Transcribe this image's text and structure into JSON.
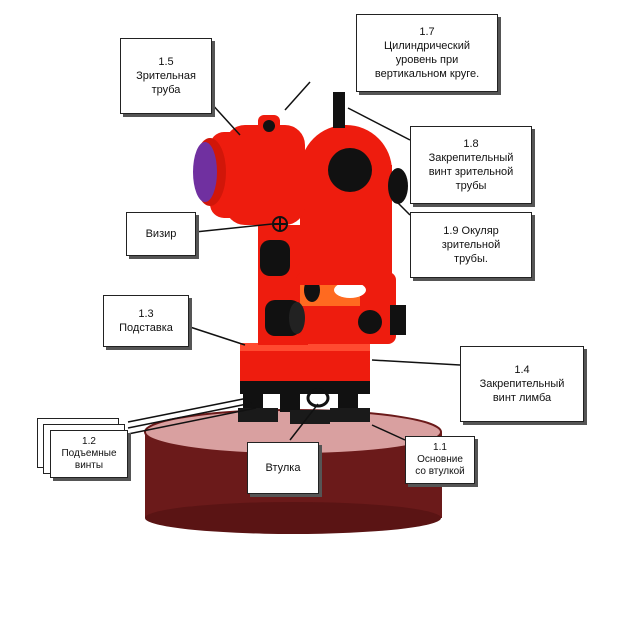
{
  "labels": {
    "c15": {
      "num": "1.5",
      "text": "Зрительная труба"
    },
    "c17": {
      "num": "1.7",
      "line1": "Цилиндрический",
      "line2": "уровень при",
      "line3": "вертикальном круге."
    },
    "c18": {
      "num": "1.8",
      "line1": "Закрепительный",
      "line2": "винт зрительной",
      "line3": "трубы"
    },
    "c19": {
      "line1": "1.9  Окуляр",
      "line2": "зрительной",
      "line3": "трубы."
    },
    "vizir": "Визир",
    "c13": {
      "num": "1.3",
      "text": "Подставка"
    },
    "c14": {
      "num": "1.4",
      "line1": "Закрепительный",
      "line2": "винт лимба"
    },
    "c12": {
      "num": "1.2",
      "line1": "Подъемные",
      "line2": "винты"
    },
    "vtulka": "Втулка",
    "c11": {
      "num": "1.1",
      "line1": "Основние",
      "line2": "со втулкой"
    }
  },
  "colors": {
    "body": "#ee1c0e",
    "body_dark": "#c41408",
    "lens": "#7030a0",
    "base_top": "#d9a0a0",
    "base_side": "#6b1a1a",
    "knob": "#111111"
  }
}
